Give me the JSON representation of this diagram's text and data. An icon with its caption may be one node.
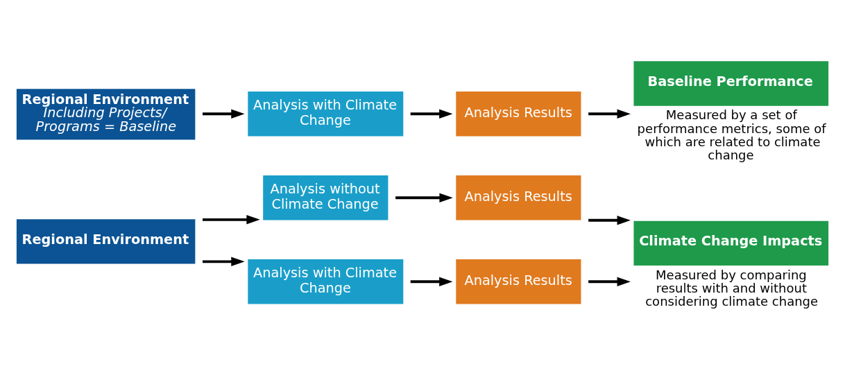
{
  "diagram": {
    "nodes": [
      {
        "text": [
          "Regional Environment"
        ]
      },
      {
        "text": [
          "Analysis without Climate Change"
        ]
      },
      {
        "text": [
          "Analysis Results"
        ]
      },
      {
        "text": [
          "Analysis with Climate Change"
        ]
      },
      {
        "text": [
          "Analysis Results"
        ]
      },
      {
        "text": [
          "Climate Change Impacts"
        ],
        "beside": [
          "Measured by comparing results with and without considering climate change"
        ]
      },
      {
        "text": [
          "Regional Environment",
          "Including Projects/ Programs = Baseline"
        ]
      },
      {
        "text": [
          "Analysis with Climate Change"
        ]
      },
      {
        "text": [
          "Analysis Results"
        ]
      },
      {
        "text": [
          "Baseline Performance"
        ],
        "beside": [
          "Measured by a set of performance metrics, some of which are related to climate change"
        ]
      }
    ],
    "edges": [
      {
        "from": 0,
        "to": 1,
        "arrow": "to"
      },
      {
        "from": 0,
        "to": 3,
        "arrow": "to"
      },
      {
        "from": 1,
        "to": 2,
        "arrow": "to"
      },
      {
        "from": 3,
        "to": 4,
        "arrow": "to"
      },
      {
        "from": 2,
        "to": 5,
        "arrow": "to"
      },
      {
        "from": 4,
        "to": 5,
        "arrow": "to"
      },
      {
        "from": 6,
        "to": 7,
        "arrow": "to"
      },
      {
        "from": 7,
        "to": 8,
        "arrow": "to"
      },
      {
        "from": 8,
        "to": 9,
        "arrow": "to"
      }
    ]
  }
}
